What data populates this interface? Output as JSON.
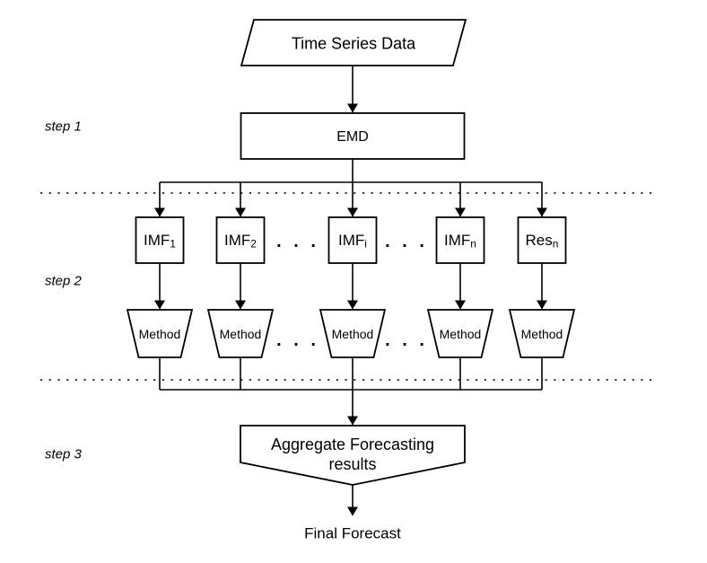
{
  "diagram": {
    "source": {
      "label": "Time Series Data"
    },
    "steps": [
      {
        "label": "step 1"
      },
      {
        "label": "step 2"
      },
      {
        "label": "step 3"
      }
    ],
    "emd": {
      "label": "EMD"
    },
    "decomposition": [
      {
        "base": "IMF",
        "sub": "1"
      },
      {
        "base": "IMF",
        "sub": "2"
      },
      {
        "base": "IMF",
        "sub": "i"
      },
      {
        "base": "IMF",
        "sub": "n"
      },
      {
        "base": "Res",
        "sub": "n"
      }
    ],
    "ellipsis": ". . .",
    "method": {
      "label": "Method"
    },
    "aggregate": {
      "line1": "Aggregate Forecasting",
      "line2": "results"
    },
    "final": {
      "label": "Final Forecast"
    },
    "colors": {
      "stroke": "#000000",
      "background": "#ffffff",
      "dotted": "#3c3c3c"
    }
  }
}
